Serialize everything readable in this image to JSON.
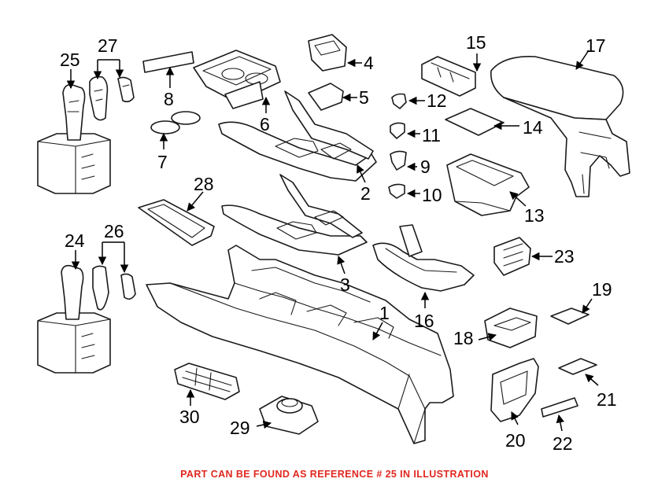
{
  "labels": {
    "p1": "1",
    "p2": "2",
    "p3": "3",
    "p4": "4",
    "p5": "5",
    "p6": "6",
    "p7": "7",
    "p8": "8",
    "p9": "9",
    "p10": "10",
    "p11": "11",
    "p12": "12",
    "p13": "13",
    "p14": "14",
    "p15": "15",
    "p16": "16",
    "p17": "17",
    "p18": "18",
    "p19": "19",
    "p20": "20",
    "p21": "21",
    "p22": "22",
    "p23": "23",
    "p24": "24",
    "p25": "25",
    "p26": "26",
    "p27": "27",
    "p28": "28",
    "p29": "29",
    "p30": "30"
  },
  "notice": {
    "text": "PART CAN BE FOUND AS REFERENCE # 25 IN ILLUSTRATION",
    "color": "#e0271f"
  }
}
